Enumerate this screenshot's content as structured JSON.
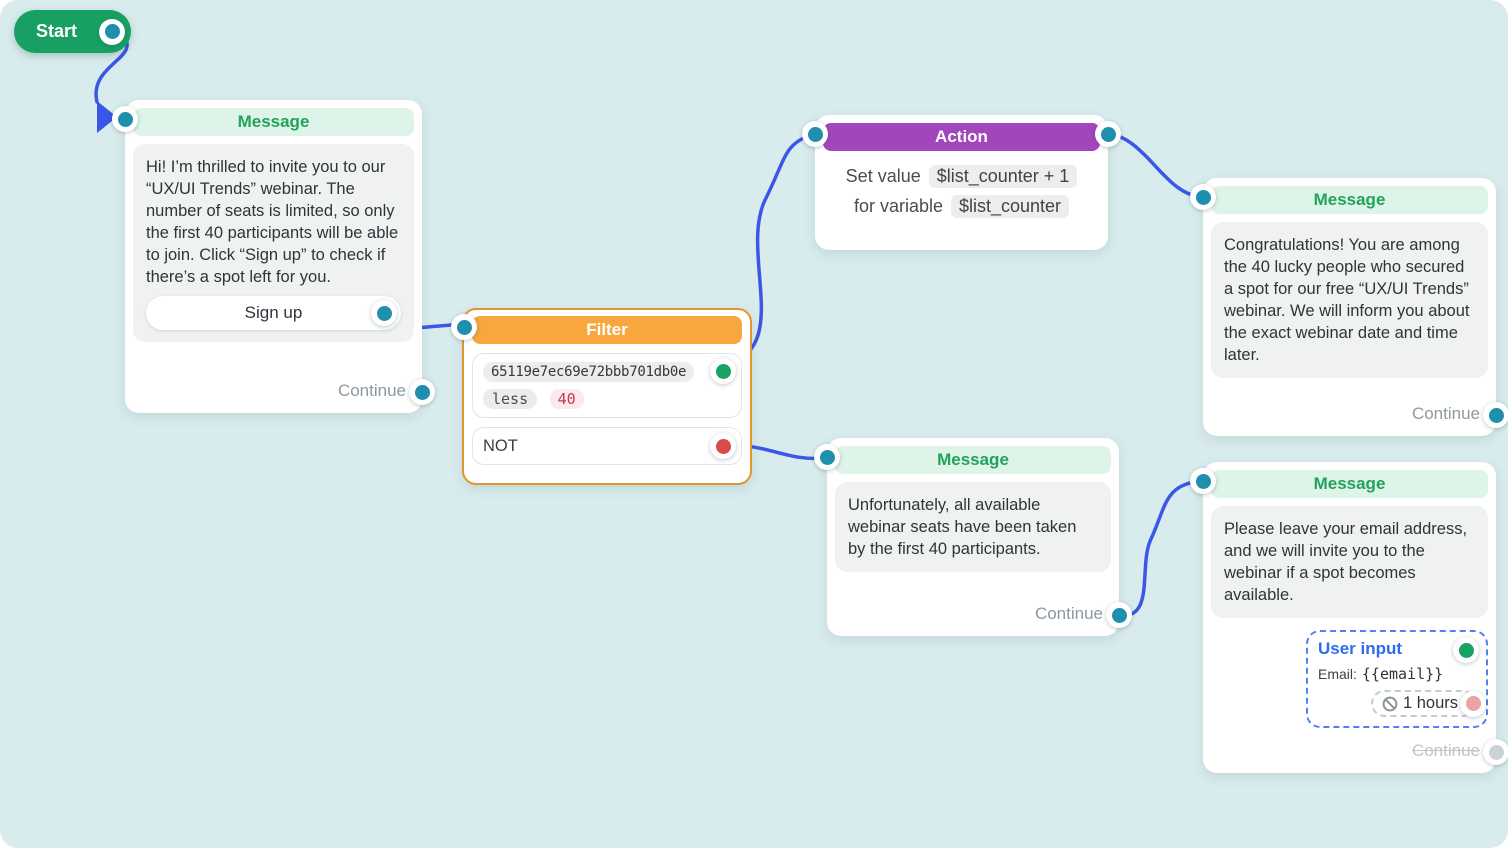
{
  "colors": {
    "background": "#d8eced",
    "connector_blue": "#3a57e8",
    "message_green": "#21a35c",
    "message_header_bg": "#def4e8",
    "filter_orange": "#f7a73e",
    "filter_border": "#e2952d",
    "action_purple": "#a246bc",
    "port_teal": "#1f8fad",
    "port_green": "#1aa262",
    "port_red": "#d84b4b",
    "port_pink": "#eba3a7",
    "port_gray": "#cbd2d6",
    "user_input_blue": "#2e6bf0"
  },
  "start": {
    "label": "Start"
  },
  "message1": {
    "title": "Message",
    "body": "Hi! I’m thrilled to invite you to our “UX/UI Trends” webinar. The number of seats is limited, so only the first 40 participants will be able to join. Click “Sign up” to check if there’s a spot left for you.",
    "button_label": "Sign up",
    "continue_label": "Continue"
  },
  "filter": {
    "title": "Filter",
    "condition_id": "65119e7ec69e72bbb701db0e",
    "operator": "less",
    "value": "40",
    "else_label": "NOT"
  },
  "action": {
    "title": "Action",
    "set_value_label": "Set value",
    "set_value_expression": "$list_counter + 1",
    "for_variable_label": "for variable",
    "variable_name": "$list_counter"
  },
  "message2": {
    "title": "Message",
    "body": "Congratulations! You are among the 40 lucky people who secured a spot for our free “UX/UI Trends” webinar. We will inform you about the exact webinar date and time later.",
    "continue_label": "Continue"
  },
  "message3": {
    "title": "Message",
    "body": "Unfortunately, all available webinar seats have been taken by the first 40 participants.",
    "continue_label": "Continue"
  },
  "message4": {
    "title": "Message",
    "body": "Please leave your email address, and we will invite you to the webinar if a spot becomes available.",
    "user_input": {
      "label": "User input",
      "field_label": "Email:",
      "variable": "{{email}}",
      "timeout": "1 hours"
    },
    "continue_label": "Continue"
  }
}
